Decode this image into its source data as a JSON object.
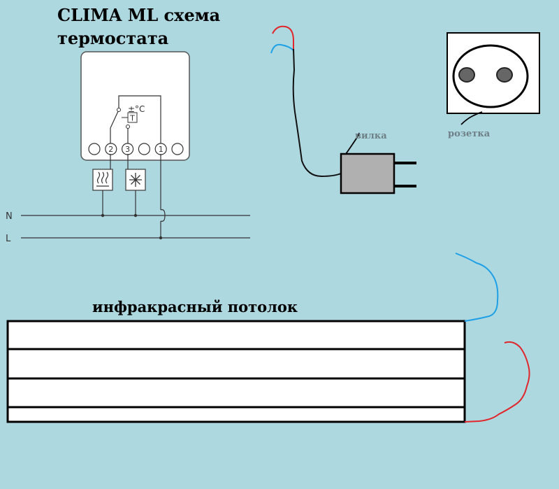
{
  "title": {
    "line1": "CLIMA ML схема",
    "line2": "термостата"
  },
  "thermostat": {
    "temp_symbol": "±°C",
    "sensor_letter": "T",
    "terminals": [
      "",
      "2",
      "3",
      "",
      "1",
      ""
    ],
    "heat_icon": "heating-icon",
    "cool_icon": "snowflake-icon"
  },
  "mains": {
    "neutral_label": "N",
    "live_label": "L"
  },
  "plug_label": "вилка",
  "socket_label": "розетка",
  "ceiling_label": "инфракрасный потолок",
  "colors": {
    "background": "#add8e0",
    "wire_red": "#e0262a",
    "wire_blue": "#1ea0e6",
    "wire_black": "#111111",
    "plug_body": "#b0b0b0",
    "panel_stroke": "#000000"
  }
}
